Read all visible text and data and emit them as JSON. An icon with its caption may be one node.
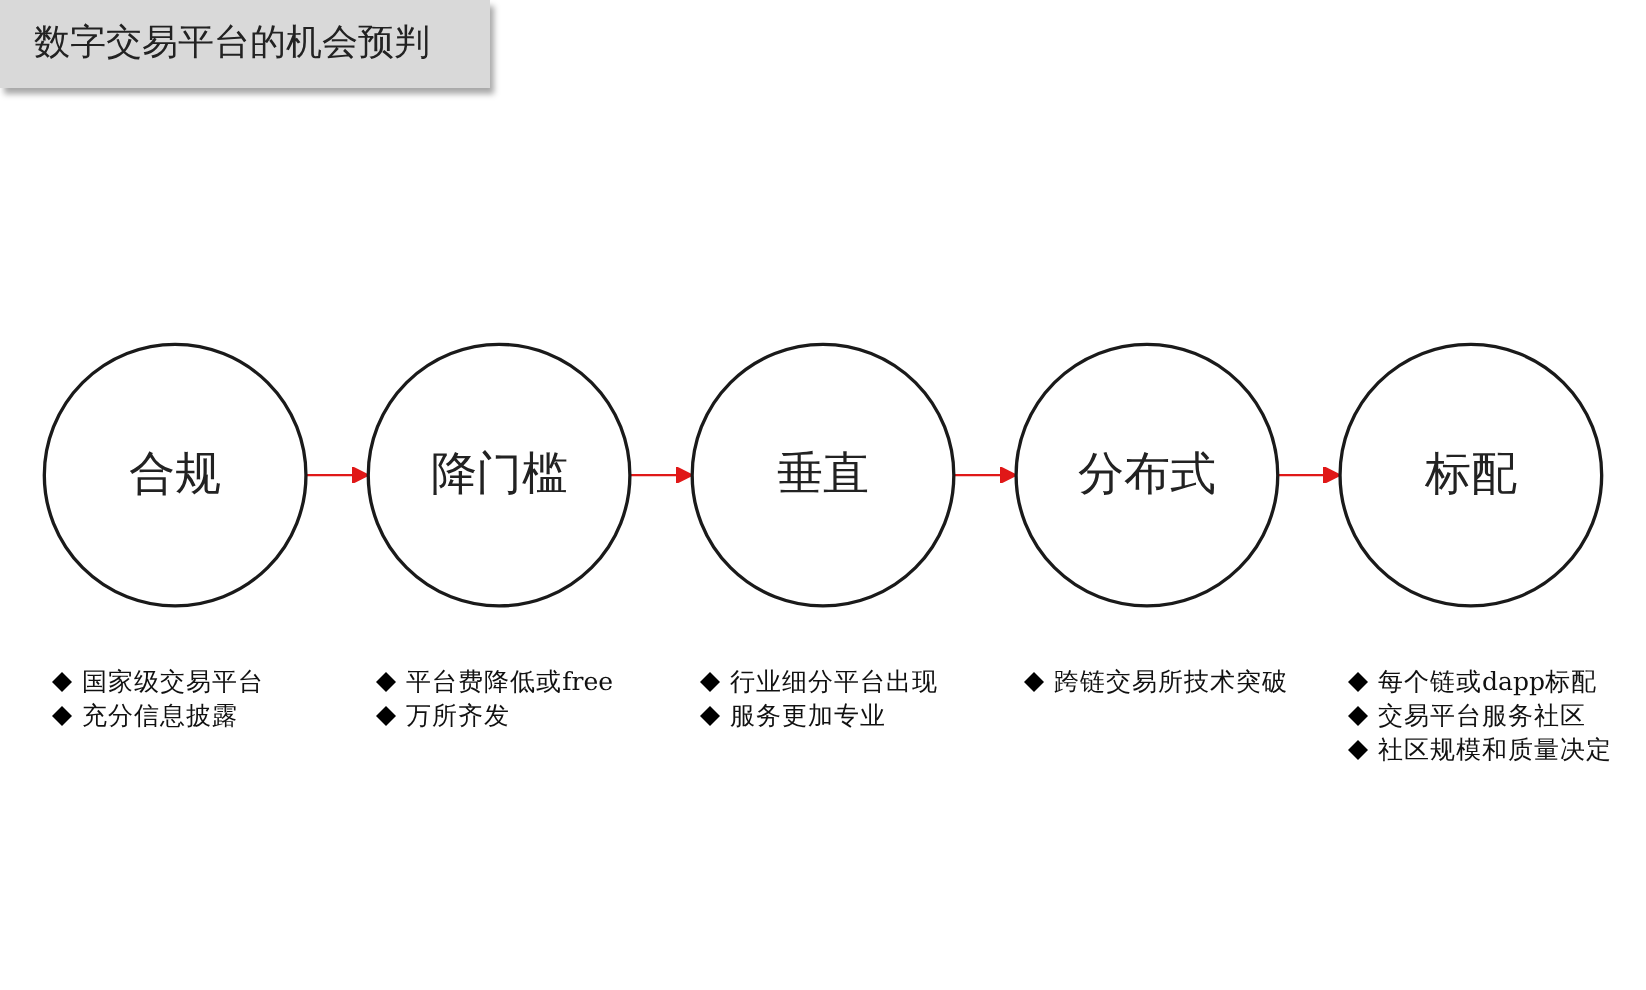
{
  "diagram": {
    "title": "数字交易平台的机会预判",
    "nodes": [
      {
        "text": [
          "合规"
        ],
        "beside": [
          "国家级交易平台",
          "充分信息披露"
        ]
      },
      {
        "text": [
          "降门槛"
        ],
        "beside": [
          "平台费降低或free",
          "万所齐发"
        ]
      },
      {
        "text": [
          "垂直"
        ],
        "beside": [
          "行业细分平台出现",
          "服务更加专业"
        ]
      },
      {
        "text": [
          "分布式"
        ],
        "beside": [
          "跨链交易所技术突破"
        ]
      },
      {
        "text": [
          "标配"
        ],
        "beside": [
          "每个链或dapp标配",
          "交易平台服务社区",
          "社区规模和质量决定"
        ]
      }
    ],
    "edges": [
      {
        "from": 0,
        "to": 1,
        "arrow": "to"
      },
      {
        "from": 1,
        "to": 2,
        "arrow": "to"
      },
      {
        "from": 2,
        "to": 3,
        "arrow": "to"
      },
      {
        "from": 3,
        "to": 4,
        "arrow": "to"
      }
    ]
  }
}
